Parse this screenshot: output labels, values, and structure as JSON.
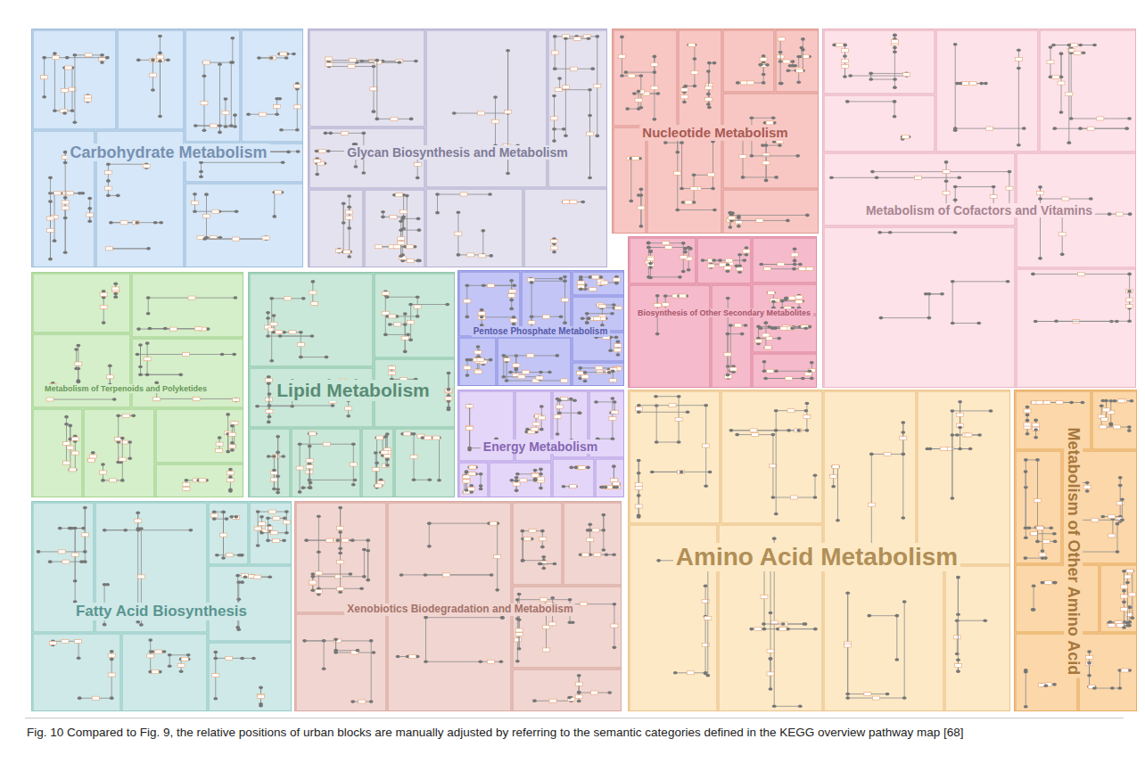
{
  "diagram": {
    "caption": "Fig. 10 Compared to Fig. 9, the relative positions of urban blocks are manually adjusted by referring to the semantic categories defined in the KEGG overview pathway map [68]",
    "nodes": [
      {
        "text": [
          "Carbohydrate Metabolism"
        ]
      },
      {
        "text": [
          "Glycan Biosynthesis and Metabolism"
        ]
      },
      {
        "text": [
          "Nucleotide Metabolism"
        ]
      },
      {
        "text": [
          "Metabolism of Cofactors and Vitamins"
        ]
      },
      {
        "text": [
          "Metabolism of Terpenoids and Polyketides"
        ]
      },
      {
        "text": [
          "Lipid Metabolism"
        ]
      },
      {
        "text": [
          "Pentose Phosphate Metabolism"
        ]
      },
      {
        "text": [
          "Biosynthesis of Other Secondary Metabolites"
        ]
      },
      {
        "text": [
          "Energy Metabolism"
        ]
      },
      {
        "text": [
          "Amino Acid Metabolism"
        ]
      },
      {
        "text": [
          "Metabolism of Other Amino Acid"
        ]
      },
      {
        "text": [
          "Fatty Acid Biosynthesis"
        ]
      },
      {
        "text": [
          "Xenobiotics Biodegradation and Metabolism"
        ]
      }
    ]
  }
}
